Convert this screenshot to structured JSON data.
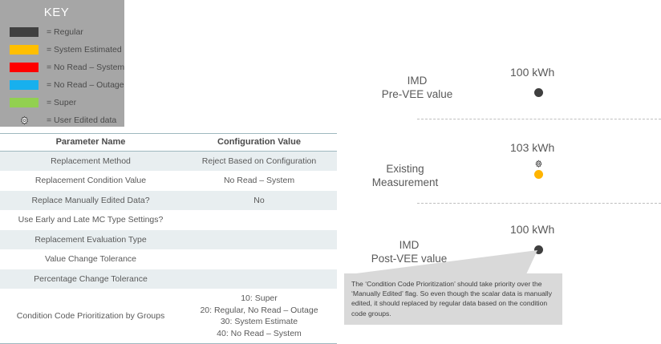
{
  "key_panel": {
    "title": "KEY",
    "background_color": "#a6a6a6",
    "items": [
      {
        "label": "= Regular",
        "color": "#404040",
        "icon": "color-swatch"
      },
      {
        "label": "= System Estimated",
        "color": "#ffbf00",
        "icon": "color-swatch"
      },
      {
        "label": "= No Read – System",
        "color": "#ff0000",
        "icon": "color-swatch"
      },
      {
        "label": "= No Read – Outage",
        "color": "#17b0ee",
        "icon": "color-swatch"
      },
      {
        "label": "= Super",
        "color": "#92d050",
        "icon": "color-swatch"
      },
      {
        "label": "= User Edited data",
        "color": "#ffffff",
        "icon": "gear-icon"
      }
    ]
  },
  "param_table": {
    "columns": [
      "Parameter Name",
      "Configuration Value"
    ],
    "rows": [
      {
        "name": "Replacement Method",
        "value": "Reject Based on Configuration"
      },
      {
        "name": "Replacement Condition Value",
        "value": "No Read – System"
      },
      {
        "name": "Replace Manually Edited Data?",
        "value": "No"
      },
      {
        "name": "Use Early and Late MC Type Settings?",
        "value": ""
      },
      {
        "name": "Replacement Evaluation Type",
        "value": ""
      },
      {
        "name": "Value Change Tolerance",
        "value": ""
      },
      {
        "name": "Percentage Change Tolerance",
        "value": ""
      },
      {
        "name": "Condition Code Prioritization by Groups",
        "value": "10: Super\n20: Regular, No Read – Outage\n30: System Estimate\n40: No Read – System"
      }
    ]
  },
  "diagram": {
    "stages": [
      {
        "label": "IMD\nPre-VEE value",
        "value": "100 kWh",
        "marker": "dark-dot",
        "has_gear": false
      },
      {
        "label": "Existing\nMeasurement",
        "value": "103 kWh",
        "marker": "orange-dot",
        "has_gear": true
      },
      {
        "label": "IMD\nPost-VEE value",
        "value": "100 kWh",
        "marker": "dark-dot",
        "has_gear": false
      }
    ],
    "callout": {
      "text": "The ‘Condition Code Prioritization’ should take priority over the ‘Manually Edited’ flag.  So even though the scalar data is manually edited, it should replaced by regular data based on the condition code groups.",
      "background_color": "#d9d9d9"
    }
  }
}
